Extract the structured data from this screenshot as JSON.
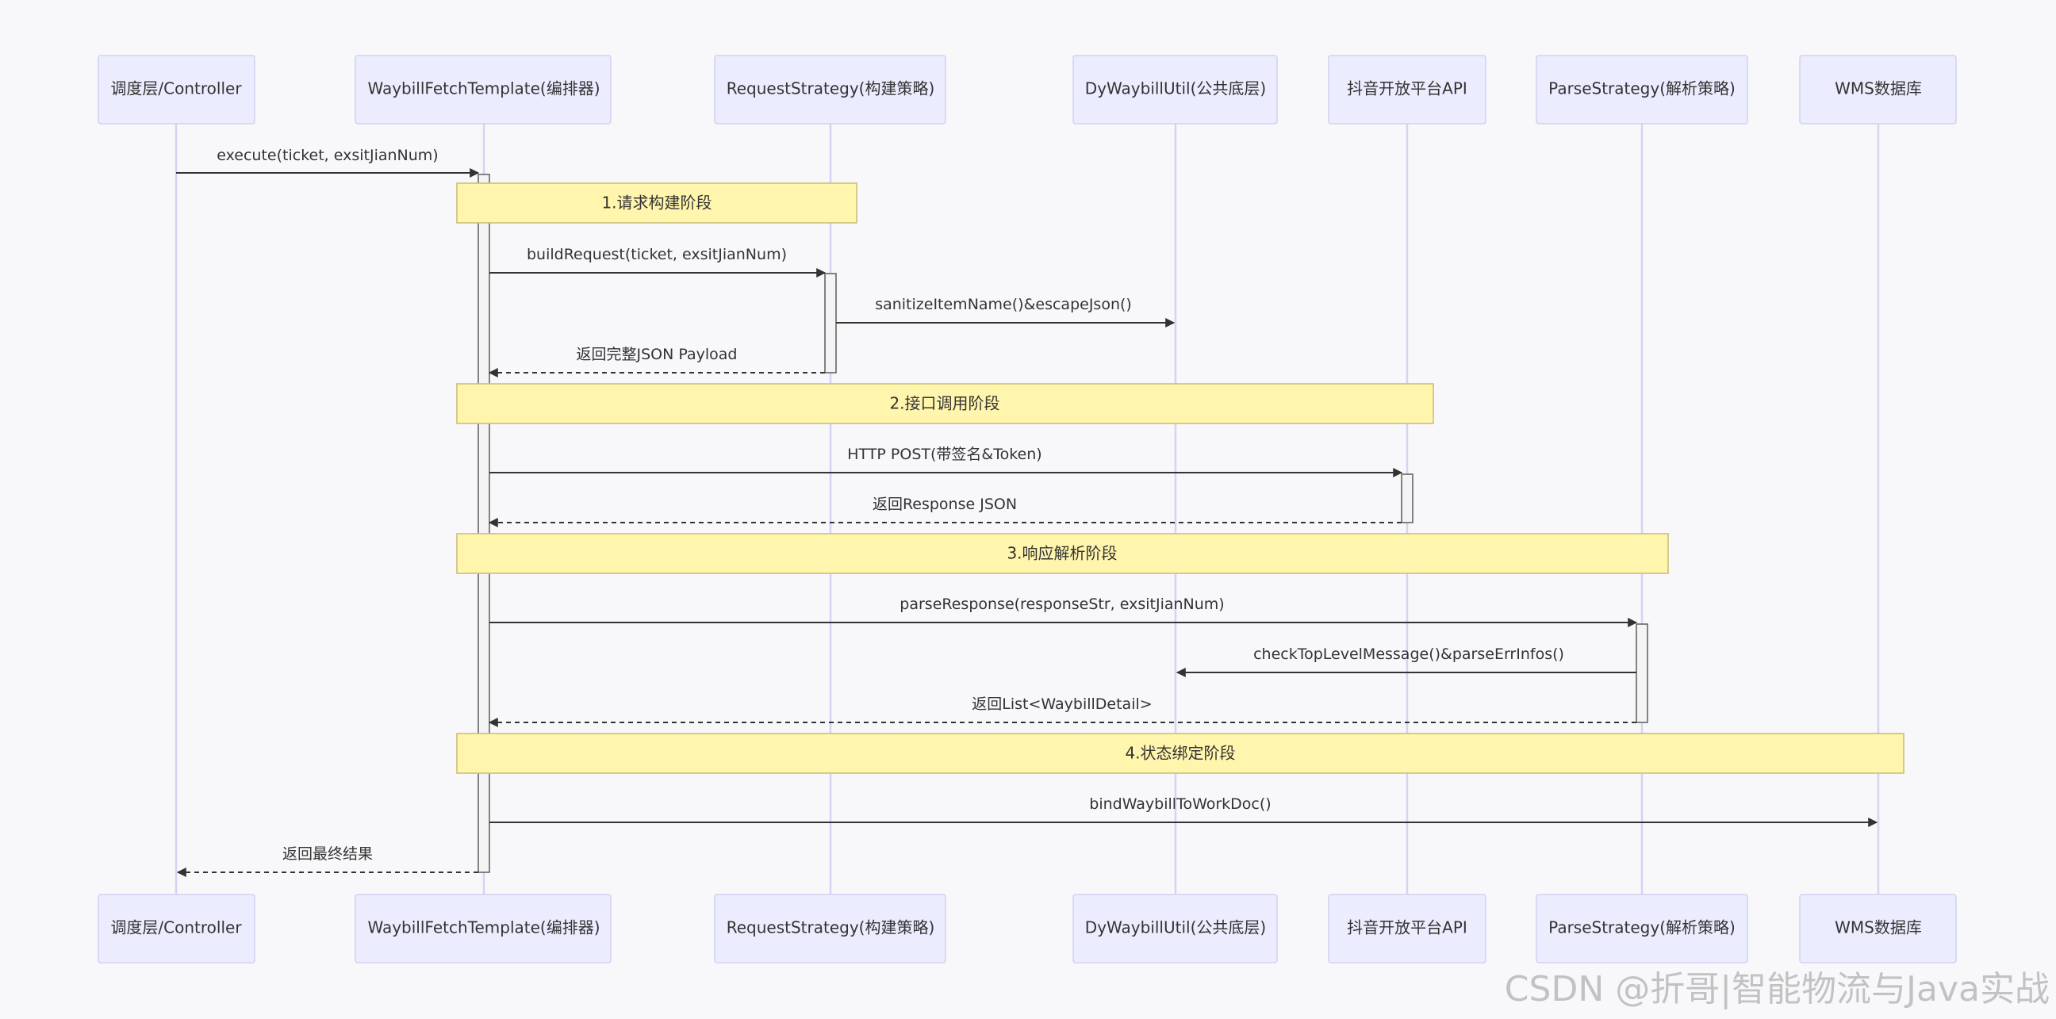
{
  "participants": [
    {
      "id": "controller",
      "label": "调度层/Controller"
    },
    {
      "id": "template",
      "label": "WaybillFetchTemplate(编排器)"
    },
    {
      "id": "request",
      "label": "RequestStrategy(构建策略)"
    },
    {
      "id": "util",
      "label": "DyWaybillUtil(公共底层)"
    },
    {
      "id": "api",
      "label": "抖音开放平台API"
    },
    {
      "id": "parse",
      "label": "ParseStrategy(解析策略)"
    },
    {
      "id": "wms",
      "label": "WMS数据库"
    }
  ],
  "phases": [
    {
      "label": "1.请求构建阶段"
    },
    {
      "label": "2.接口调用阶段"
    },
    {
      "label": "3.响应解析阶段"
    },
    {
      "label": "4.状态绑定阶段"
    }
  ],
  "messages": [
    {
      "from": "controller",
      "to": "template",
      "label": "execute(ticket, exsitJianNum)",
      "style": "solid"
    },
    {
      "from": "template",
      "to": "request",
      "label": "buildRequest(ticket, exsitJianNum)",
      "style": "solid"
    },
    {
      "from": "request",
      "to": "util",
      "label": "sanitizeItemName()&escapeJson()",
      "style": "solid"
    },
    {
      "from": "request",
      "to": "template",
      "label": "返回完整JSON Payload",
      "style": "dashed"
    },
    {
      "from": "template",
      "to": "api",
      "label": "HTTP POST(带签名&Token)",
      "style": "solid"
    },
    {
      "from": "api",
      "to": "template",
      "label": "返回Response JSON",
      "style": "dashed"
    },
    {
      "from": "template",
      "to": "parse",
      "label": "parseResponse(responseStr, exsitJianNum)",
      "style": "solid"
    },
    {
      "from": "parse",
      "to": "util",
      "label": "checkTopLevelMessage()&parseErrInfos()",
      "style": "solid"
    },
    {
      "from": "parse",
      "to": "template",
      "label": "返回List<WaybillDetail>",
      "style": "dashed"
    },
    {
      "from": "template",
      "to": "wms",
      "label": "bindWaybillToWorkDoc()",
      "style": "solid"
    },
    {
      "from": "template",
      "to": "controller",
      "label": "返回最终结果",
      "style": "dashed"
    }
  ],
  "watermark": "CSDN @折哥|智能物流与Java实战"
}
